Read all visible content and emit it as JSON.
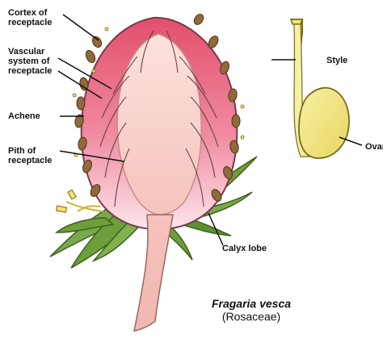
{
  "labels": {
    "cortex": "Cortex of\nreceptacle",
    "vascular": "Vascular\nsystem of\nreceptacle",
    "achene": "Achene",
    "pith": "Pith of\nreceptacle",
    "calyx": "Calyx lobe",
    "style": "Style",
    "ovary": "Ovary"
  },
  "caption": {
    "species": "Fragaria vesca",
    "family": "(Rosaceae)"
  },
  "colors": {
    "cortex_pink": "#e45a7a",
    "pith": "#f6c9c2",
    "sepal_green": "#6e9e3a",
    "achene_brown": "#8f6a3a",
    "pistil_yellow": "#f1e46a"
  }
}
